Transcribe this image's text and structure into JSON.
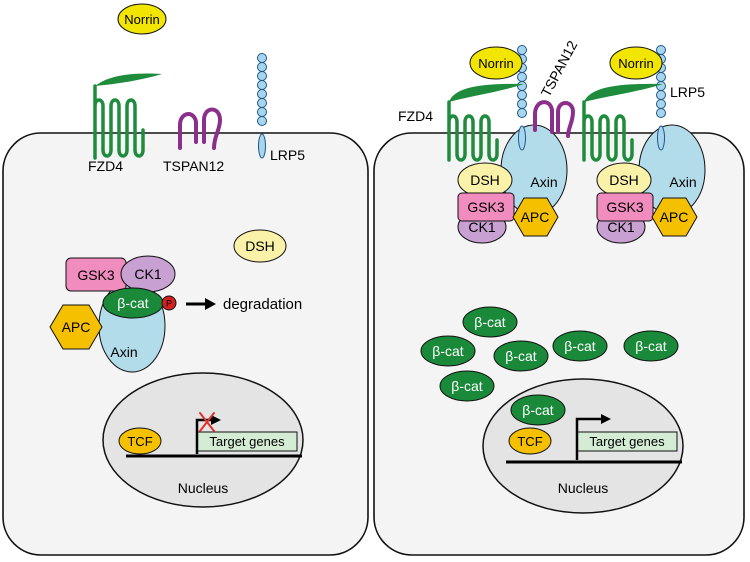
{
  "labels": {
    "norrin": "Norrin",
    "fzd4": "FZD4",
    "tspan12": "TSPAN12",
    "lrp5": "LRP5",
    "dsh": "DSH",
    "gsk3": "GSK3",
    "ck1": "CK1",
    "bcat": "β-cat",
    "p": "P",
    "apc": "APC",
    "axin": "Axin",
    "degradation": "degradation",
    "tcf": "TCF",
    "target_genes": "Target genes",
    "nucleus": "Nucleus"
  },
  "colors": {
    "norrin": "#f2e600",
    "fzd4": "#1e8c3c",
    "tspan12": "#8c2f8c",
    "lrp5": "#a9d4ee",
    "dsh": "#faf2a8",
    "gsk3": "#f08cbe",
    "ck1": "#c8a0d2",
    "bcat": "#1a8a3a",
    "apc": "#f5c000",
    "axin": "#b3dcea",
    "cell_fill": "#f4f4f4",
    "nucleus_fill": "#e4e4e4",
    "target_genes_fill": "#d4ecd4",
    "phospho": "#d42020",
    "cross": "#e03030"
  }
}
